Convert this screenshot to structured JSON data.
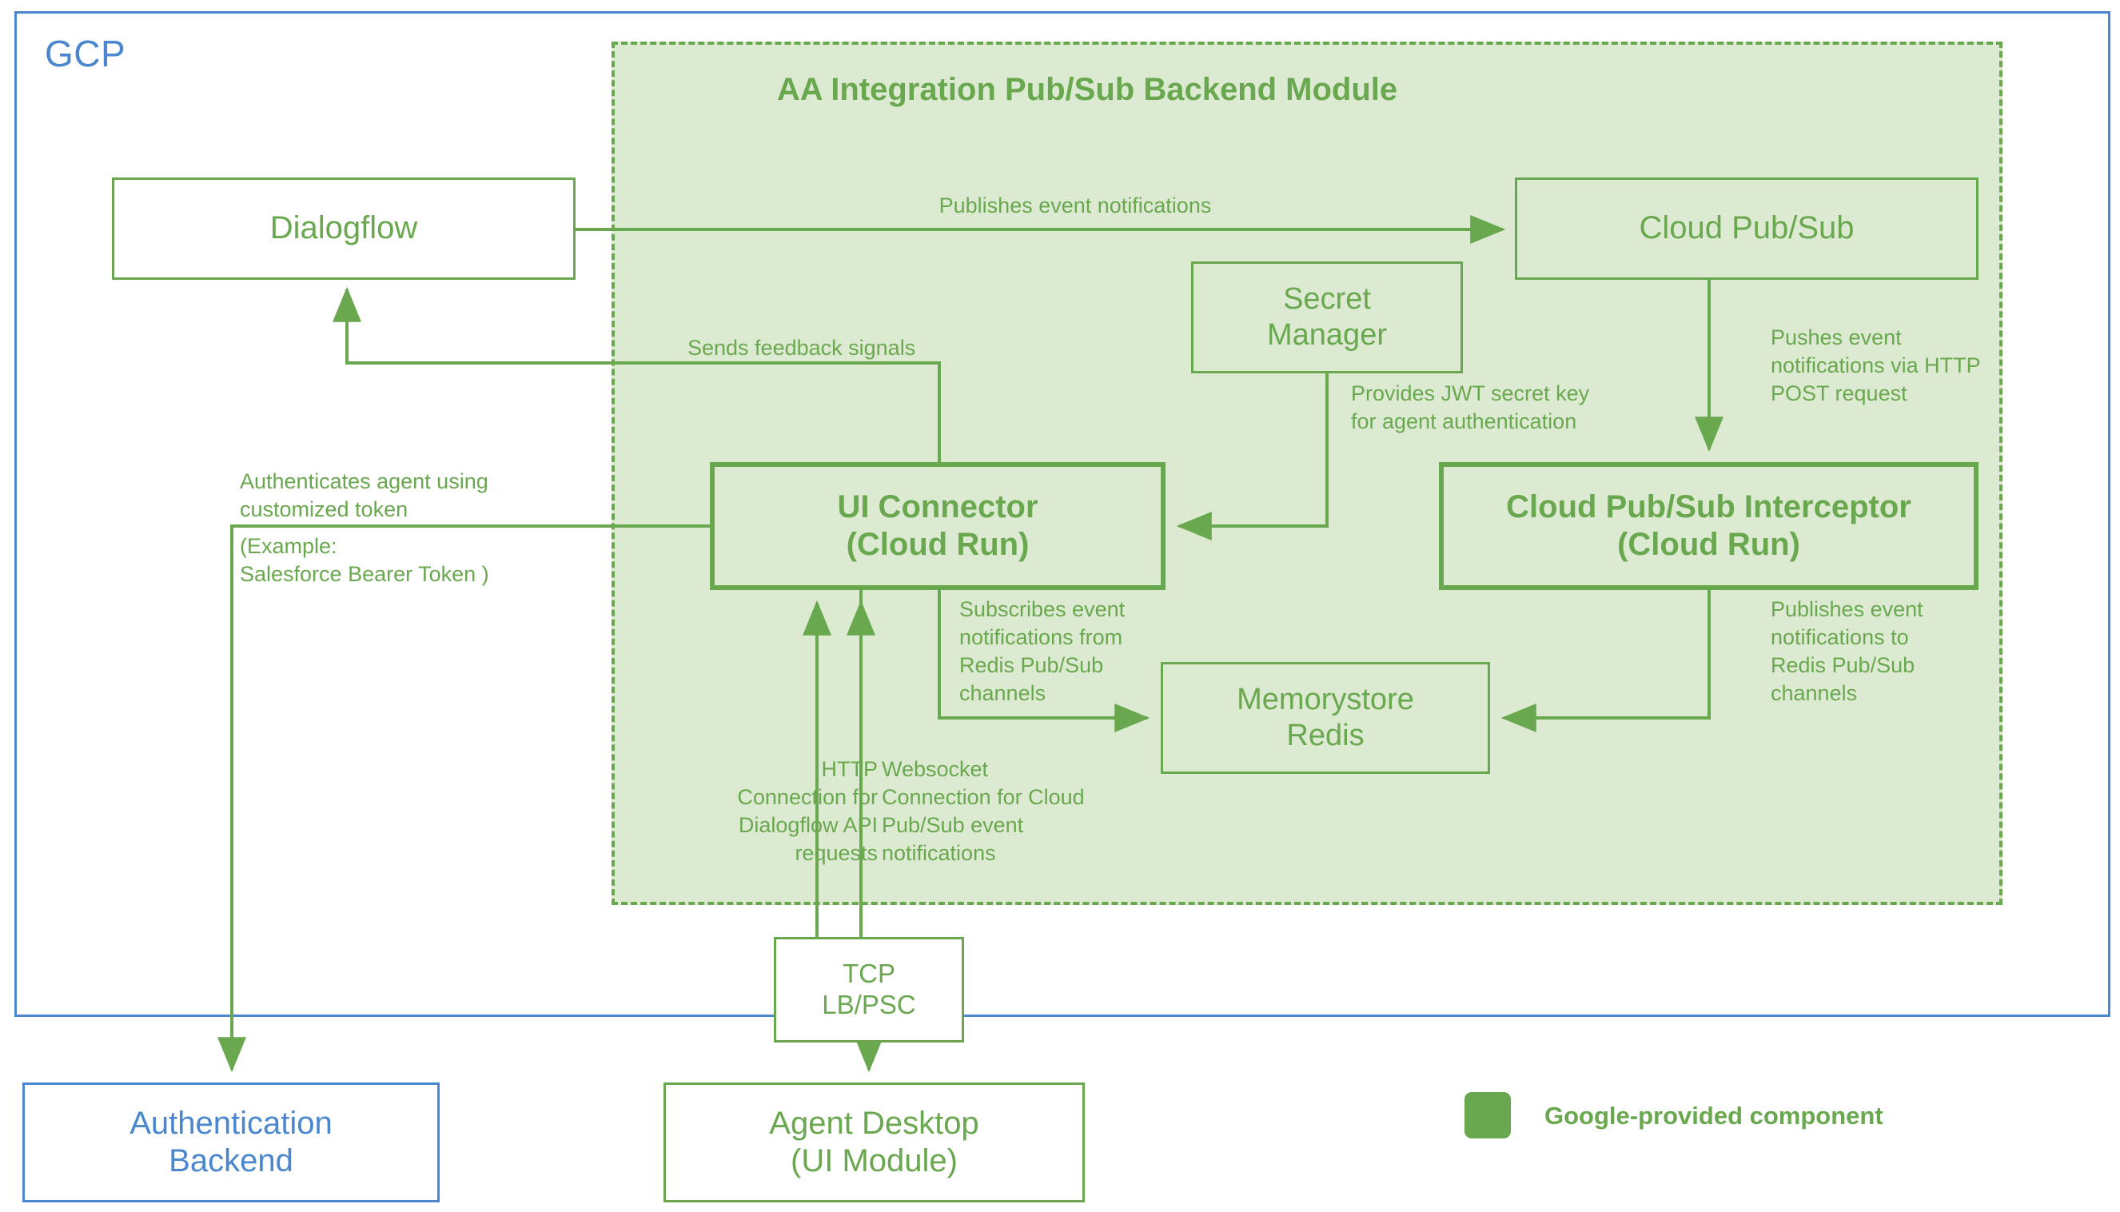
{
  "diagram": {
    "title": "AA Integration Pub/Sub Backend Module",
    "cloud_label": "GCP",
    "colors": {
      "google_green": "#6AA84F",
      "module_fill": "#DCEAD2",
      "gcp_blue": "#4A87CE"
    }
  },
  "nodes": {
    "dialogflow": "Dialogflow",
    "cloud_pubsub": "Cloud Pub/Sub",
    "secret_manager": "Secret\nManager",
    "ui_connector": "UI Connector\n(Cloud Run)",
    "interceptor": "Cloud Pub/Sub Interceptor\n(Cloud Run)",
    "memorystore": "Memorystore\nRedis",
    "tcp_lb": "TCP\nLB/PSC",
    "agent_desktop": "Agent Desktop\n(UI Module)",
    "auth_backend": "Authentication\nBackend"
  },
  "edges": {
    "publishes": "Publishes event notifications",
    "feedback": "Sends feedback signals",
    "jwt": "Provides JWT secret key\nfor agent authentication",
    "pushes": "Pushes event\nnotifications via HTTP\nPOST request",
    "publishes_redis": "Publishes event\nnotifications to\nRedis Pub/Sub\nchannels",
    "subscribes": "Subscribes event\nnotifications from\nRedis Pub/Sub\nchannels",
    "http": "HTTP\nConnection for\nDialogflow API\nrequests",
    "websocket": "Websocket\nConnection for Cloud\nPub/Sub event\nnotifications",
    "auth_line1": "Authenticates agent using\ncustomized token",
    "auth_line2": "(Example:\nSalesforce Bearer Token )"
  },
  "legend": {
    "label": "Google-provided component",
    "swatch_color": "#6AA84F"
  }
}
